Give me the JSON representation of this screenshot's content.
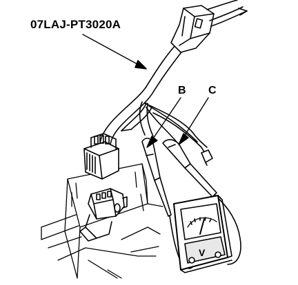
{
  "diagram": {
    "part_number": "07LAJ-PT3020A",
    "wire_labels": {
      "b": "B",
      "c": "C"
    },
    "meter_symbol": "V",
    "colors": {
      "line": "#000000",
      "fill": "#ffffff",
      "shade": "#e8e8e8"
    }
  }
}
